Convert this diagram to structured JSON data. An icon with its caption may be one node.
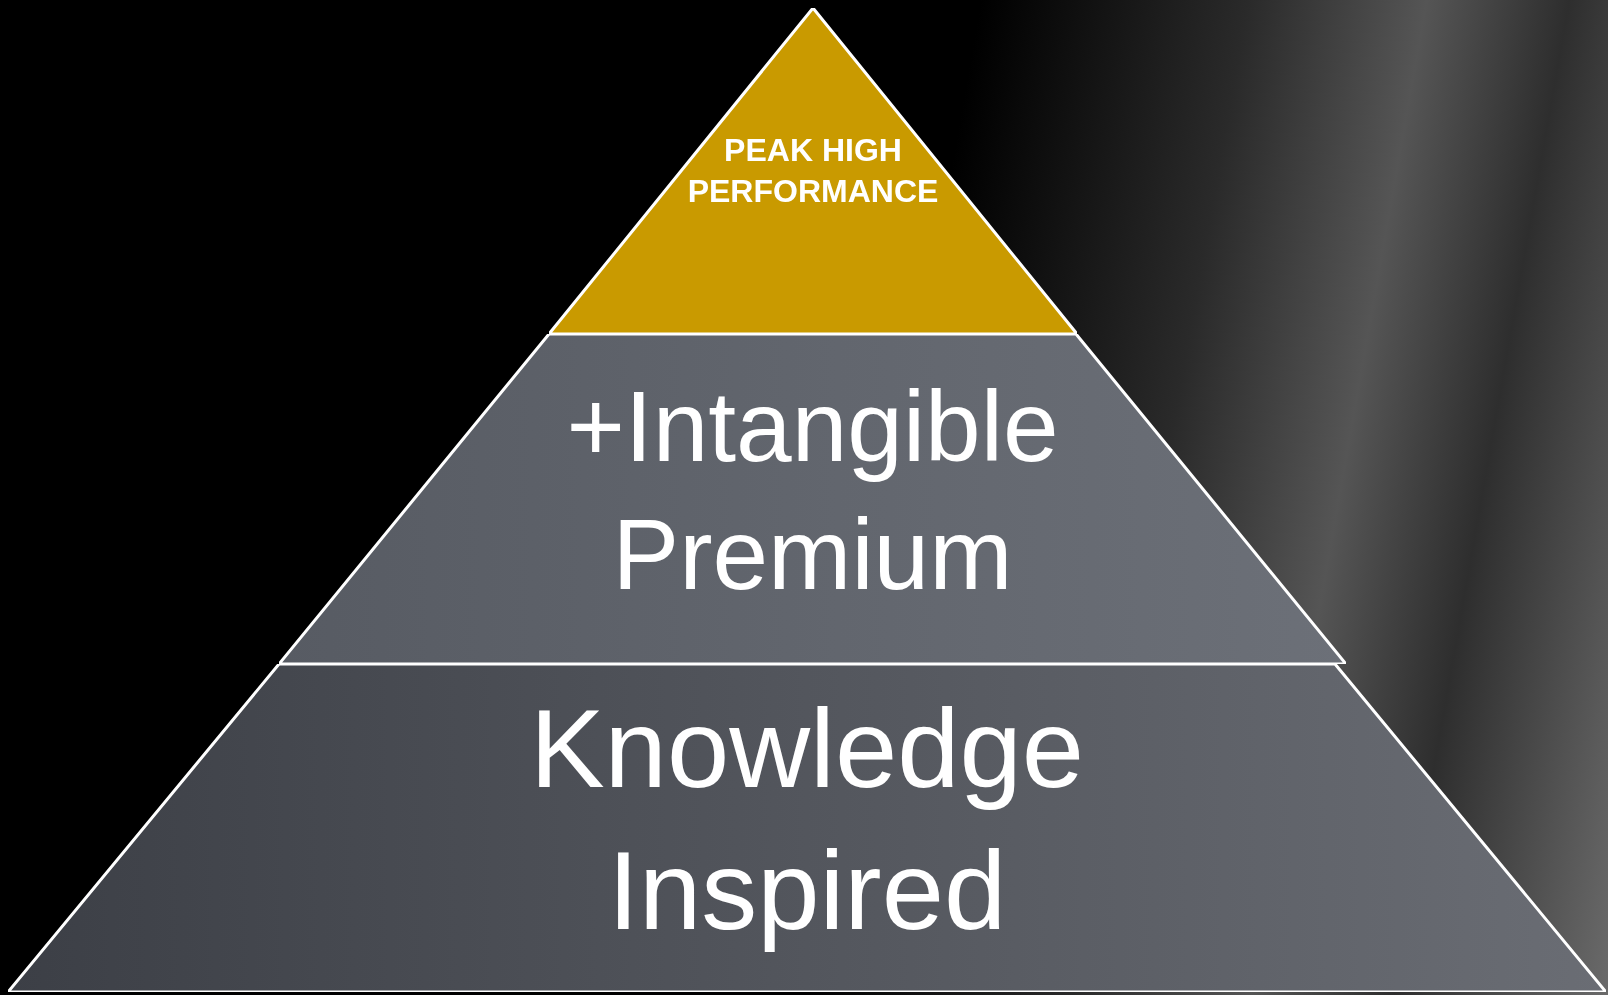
{
  "diagram": {
    "nodes": [
      {
        "text": [
          "PEAK HIGH PERFORMANCE"
        ]
      },
      {
        "text": [
          "+Intangible Premium"
        ]
      },
      {
        "text": [
          "Knowledge Inspired"
        ]
      }
    ]
  }
}
